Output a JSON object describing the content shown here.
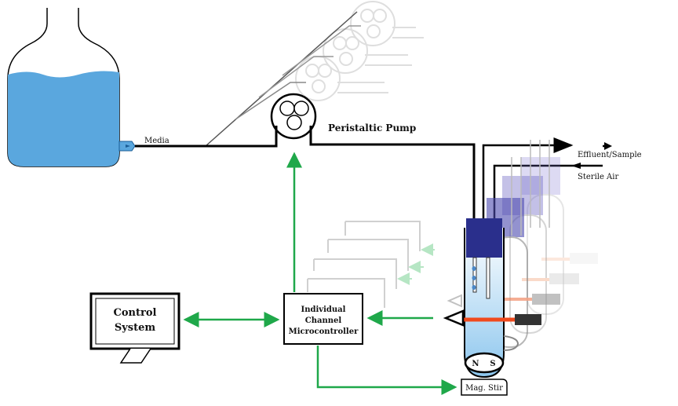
{
  "labels": {
    "media": "Media",
    "peristaltic_pump": "Peristaltic Pump",
    "effluent_sample": "Effluent/Sample",
    "sterile_air": "Sterile Air",
    "control_system_line1": "Control",
    "control_system_line2": "System",
    "microcontroller_line1": "Individual",
    "microcontroller_line2": "Channel",
    "microcontroller_line3": "Microcontroller",
    "magnet_north": "N",
    "magnet_south": "S",
    "mag_stir": "Mag. Stir"
  },
  "colors": {
    "media": "#5aa7de",
    "signal_arrow": "#1fa84a",
    "tubing": "#000000",
    "cap": "#2a2f8c",
    "light_beam": "#f04a1e",
    "ghost": "#c8c8c8"
  },
  "icons": {
    "media_bottle": "bottle-icon",
    "pump": "pump-rotor-icon",
    "monitor": "monitor-icon",
    "optical_sensor": "eye-sensor-icon",
    "stir_plate": "stir-plate-icon"
  }
}
